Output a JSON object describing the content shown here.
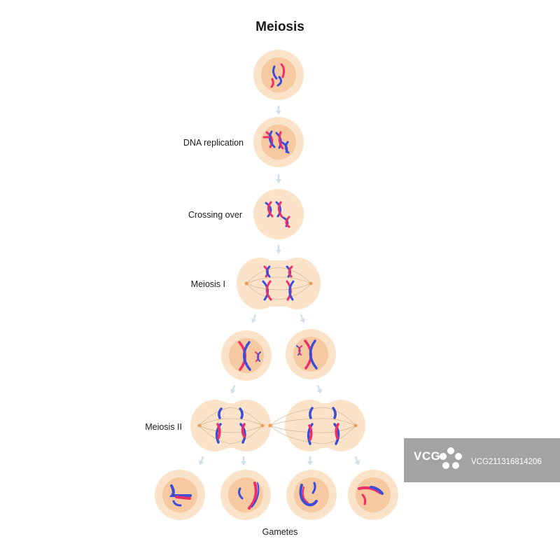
{
  "title": "Meiosis",
  "stages": {
    "dna_replication": "DNA replication",
    "crossing_over": "Crossing over",
    "meiosis_1": "Meiosis I",
    "meiosis_2": "Meiosis II",
    "gametes": "Gametes"
  },
  "watermark": {
    "logo": "VCG",
    "id_text": "VCG211316814206"
  },
  "colors": {
    "cell_outer": "#fbe3c9",
    "cell_inner": "#f6c9a0",
    "chromosome_red": "#ee2e68",
    "chromosome_blue": "#3a4ed8",
    "arrow": "#cfe0e8",
    "spindle": "#d6b893",
    "centriole": "#ee9a5e"
  }
}
